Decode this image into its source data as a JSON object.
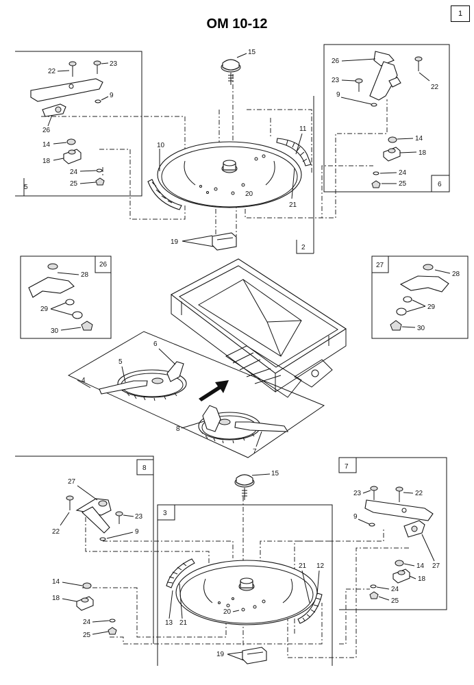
{
  "title": "OM 10-12",
  "page_number": "1",
  "group_labels": {
    "g1": "5",
    "g2": "6",
    "g3": "2",
    "g4": "26",
    "g5": "27",
    "g6": "4",
    "g7": "8",
    "g8": "3",
    "g9": "7"
  },
  "callouts": {
    "top_spinner": "15",
    "left_bolt_22": "22",
    "left_bolt_23": "23",
    "left_washer_9": "9",
    "left_holder_26": "26",
    "left_bush_14": "14",
    "left_block_18": "18",
    "left_washer_24": "24",
    "left_nut_25": "25",
    "top_vane_10": "10",
    "top_vane_11": "11",
    "top_vane_21a": "21",
    "top_bolt_20": "20",
    "top_clip_19": "19",
    "right_holder_26": "26",
    "right_bolt_23": "23",
    "right_bolt_22": "22",
    "right_washer_9": "9",
    "right_bush_14": "14",
    "right_block_18": "18",
    "right_washer_24": "24",
    "right_nut_25": "25",
    "d26_28": "28",
    "d26_29": "29",
    "d26_30": "30",
    "d27_28": "28",
    "d27_29": "29",
    "d27_30": "30",
    "mid_5": "5",
    "mid_6": "6",
    "mid_8": "8",
    "mid_7": "7",
    "bottom_spinner": "15",
    "bl_27": "27",
    "bl_22": "22",
    "bl_23": "23",
    "bl_9": "9",
    "bl_14": "14",
    "bl_18": "18",
    "bl_24": "24",
    "bl_25": "25",
    "bot_21a": "21",
    "bot_12": "12",
    "bot_13": "13",
    "bot_21b": "21",
    "bot_20": "20",
    "bot_19": "19",
    "br_23": "23",
    "br_22": "22",
    "br_9": "9",
    "br_14": "14",
    "br_27": "27",
    "br_18": "18",
    "br_24": "24",
    "br_25": "25"
  }
}
